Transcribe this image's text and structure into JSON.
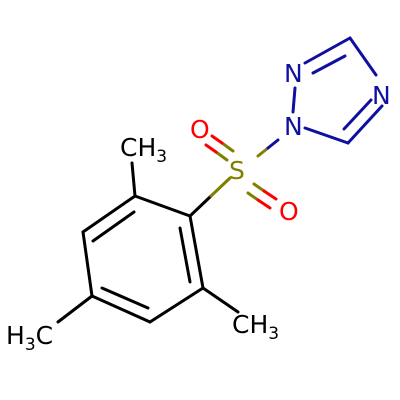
{
  "colors": {
    "bond": "#000000",
    "carbon_label": "#000000",
    "oxygen": "#ff0000",
    "sulfur": "#808000",
    "nitrogen": "#1010a0"
  },
  "atoms": {
    "ch3_top": {
      "main": "CH",
      "sub": "3"
    },
    "ch3_right": {
      "main": "CH",
      "sub": "3"
    },
    "ch3_left": {
      "main": "H",
      "sub": "3",
      "tail": "C"
    },
    "sulfur": "S",
    "oxygen_top": "O",
    "oxygen_bottom": "O",
    "n1": "N",
    "n2": "N",
    "n4": "N"
  }
}
